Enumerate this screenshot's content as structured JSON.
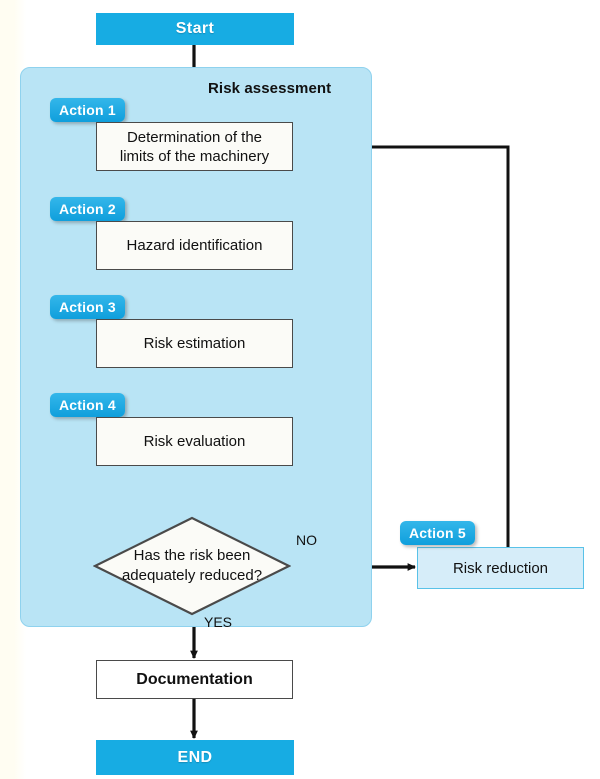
{
  "diagram": {
    "title": "Risk assessment and risk reduction process flowchart",
    "type": "flowchart"
  },
  "colors": {
    "terminator_fill": "#17ace3",
    "container_fill": "#b9e4f5",
    "container_border": "#8fd2ee",
    "badge_fill": "#0f9fdc",
    "process_fill": "#fbfbf7",
    "process_border": "#4a4a4a",
    "risk_reduction_fill": "#d6edf9",
    "risk_reduction_border": "#59c2e8",
    "connector": "#111111",
    "text": "#111111",
    "terminator_text": "#ffffff"
  },
  "container": {
    "label": "Risk assessment"
  },
  "terminators": {
    "start": "Start",
    "end": "END"
  },
  "badges": {
    "action1": "Action 1",
    "action2": "Action 2",
    "action3": "Action 3",
    "action4": "Action 4",
    "action5": "Action 5"
  },
  "nodes": {
    "limits": "Determination of the limits of the machinery",
    "limits_line1": "Determination of the",
    "limits_line2": "limits of the machinery",
    "hazard": "Hazard identification",
    "estimation": "Risk estimation",
    "evaluation": "Risk evaluation",
    "decision": "Has the risk been adequately reduced?",
    "decision_line1": "Has the risk been",
    "decision_line2": "adequately reduced?",
    "risk_reduction": "Risk reduction",
    "documentation": "Documentation"
  },
  "edge_labels": {
    "no": "NO",
    "yes": "YES"
  },
  "flow": [
    {
      "from": "Start",
      "to": "Determination of the limits of the machinery",
      "label": ""
    },
    {
      "from": "Determination of the limits of the machinery",
      "to": "Hazard identification",
      "label": ""
    },
    {
      "from": "Hazard identification",
      "to": "Risk estimation",
      "label": ""
    },
    {
      "from": "Risk estimation",
      "to": "Risk evaluation",
      "label": ""
    },
    {
      "from": "Risk evaluation",
      "to": "Has the risk been adequately reduced?",
      "label": ""
    },
    {
      "from": "Has the risk been adequately reduced?",
      "to": "Risk reduction",
      "label": "NO"
    },
    {
      "from": "Has the risk been adequately reduced?",
      "to": "Documentation",
      "label": "YES"
    },
    {
      "from": "Risk reduction",
      "to": "Determination of the limits of the machinery",
      "label": ""
    },
    {
      "from": "Documentation",
      "to": "END",
      "label": ""
    }
  ]
}
